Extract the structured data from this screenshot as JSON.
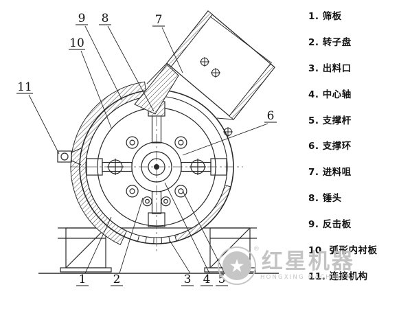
{
  "legend": {
    "items": [
      "1. 筛板",
      "2. 转子盘",
      "3. 出料口",
      "4. 中心轴",
      "5. 支撑杆",
      "6. 支撑环",
      "7. 进料咀",
      "8. 锤头",
      "9. 反击板",
      "10. 弧形内衬板",
      "11. 连接机构"
    ]
  },
  "callouts": {
    "n1": "1",
    "n2": "2",
    "n3": "3",
    "n4": "4",
    "n5": "5",
    "n6": "6",
    "n7": "7",
    "n8": "8",
    "n9": "9",
    "n10": "10",
    "n11": "11"
  },
  "watermark": {
    "brand_cn": "红星机器",
    "brand_en": "HONGXING MACHINERY",
    "registered": "®"
  },
  "icons": {
    "star": "★"
  },
  "colors": {
    "line": "#2a2a2a",
    "watermark": "#c6c6c6",
    "background": "#ffffff"
  }
}
